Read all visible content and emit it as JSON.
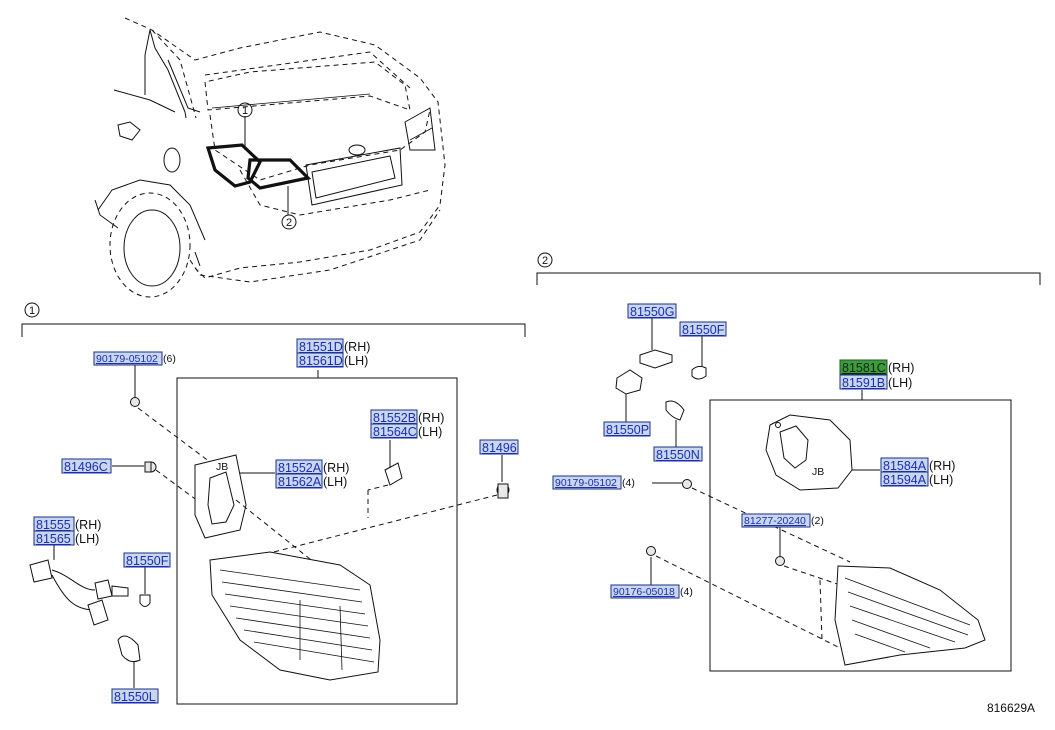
{
  "diagram_ref": "816629A",
  "callouts": [
    "1",
    "2"
  ],
  "parts": {
    "p81551D": "81551D",
    "p81561D": "81561D",
    "p90179_left": "90179-05102",
    "p81552B": "81552B",
    "p81564C": "81564C",
    "p81496C": "81496C",
    "p81552A": "81552A",
    "p81562A": "81562A",
    "p81496": "81496",
    "p81555": "81555",
    "p81565": "81565",
    "p81550F_left": "81550F",
    "p81550L": "81550L",
    "p81550G": "81550G",
    "p81550F_right": "81550F",
    "p81581C": "81581C",
    "p81591B": "81591B",
    "p81550P": "81550P",
    "p81550N": "81550N",
    "p90179_right": "90179-05102",
    "p81584A": "81584A",
    "p81594A": "81594A",
    "p81277": "81277-20240",
    "p90176": "90176-05018"
  },
  "suffix": {
    "rh": "(RH)",
    "lh": "(LH)",
    "q6": "(6)",
    "q4a": "(4)",
    "q2": "(2)",
    "q4b": "(4)"
  },
  "highlight_color": "#3f9a3f",
  "link_color": "#1b2db8"
}
